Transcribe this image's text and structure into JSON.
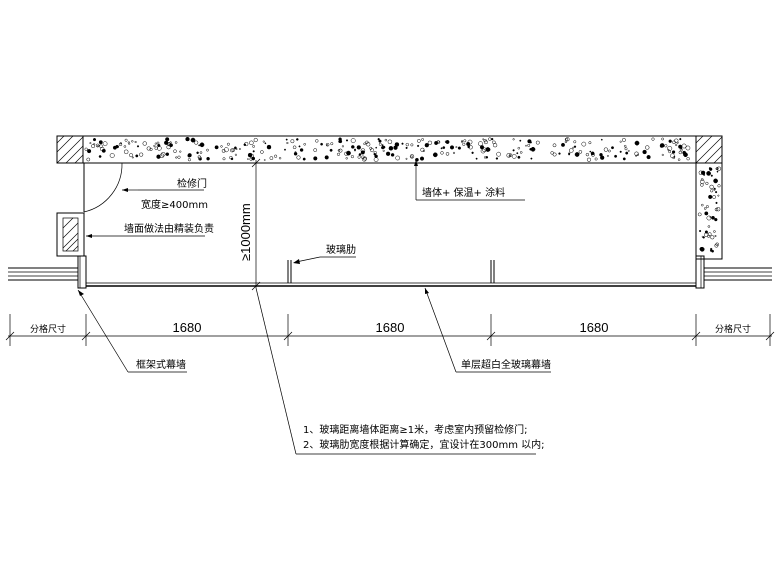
{
  "labels": {
    "access_door": "检修门",
    "door_width": "宽度≥400mm",
    "wall_finish": "墙面做法由精装负责",
    "wall_insulation": "墙体+ 保温+ 涂料",
    "glass_fin": "玻璃肋",
    "clearance": "≥1000mm",
    "frame_curtain_wall": "框架式幕墙",
    "glass_curtain_wall": "单层超白全玻璃幕墙"
  },
  "dimensions": {
    "left_module": "分格尺寸",
    "span_1": "1680",
    "span_2": "1680",
    "span_3": "1680",
    "right_module": "分格尺寸"
  },
  "notes": [
    "1、玻璃距离墙体距离≥1米，考虑室内预留检修门;",
    "2、玻璃肋宽度根据计算确定，宜设计在300mm 以内;"
  ]
}
